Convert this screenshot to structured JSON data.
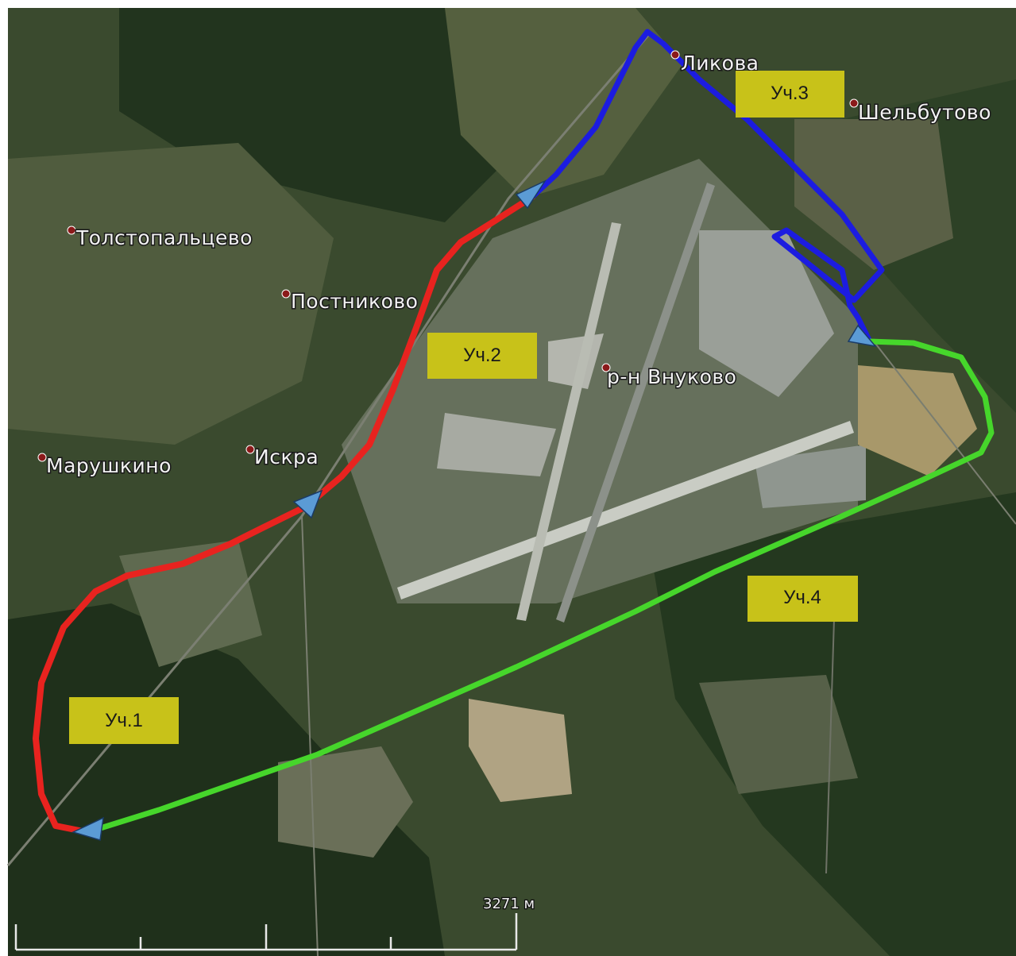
{
  "map": {
    "places": [
      {
        "id": "likova",
        "name": "Ликова"
      },
      {
        "id": "shelbutovo",
        "name": "Шельбутово"
      },
      {
        "id": "tolstopaltsevo",
        "name": "Толстопальцево"
      },
      {
        "id": "postnikovo",
        "name": "Постниково"
      },
      {
        "id": "vnukovo",
        "name": "р-н Внуково"
      },
      {
        "id": "maruskino",
        "name": "Марушкино"
      },
      {
        "id": "iskra",
        "name": "Искра"
      }
    ],
    "sections": [
      {
        "id": "s1",
        "label": "Уч.1",
        "color": "#e8231f"
      },
      {
        "id": "s2",
        "label": "Уч.2",
        "color": "#e8231f"
      },
      {
        "id": "s3",
        "label": "Уч.3",
        "color": "#1c1ce0"
      },
      {
        "id": "s4",
        "label": "Уч.4",
        "color": "#46d62b"
      }
    ],
    "scale_bar": {
      "label": "3271 м"
    },
    "colors": {
      "label_box": "#c8c219",
      "forest": "#24361f",
      "field": "#4a5a36",
      "arrow": "#5b9bd5"
    }
  }
}
